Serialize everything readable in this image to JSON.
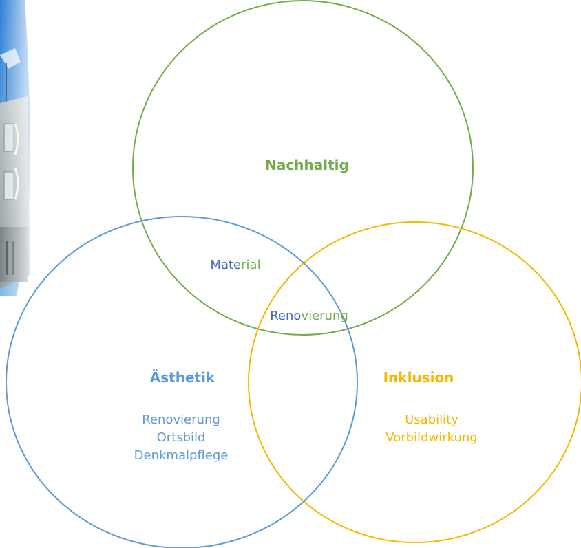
{
  "diagram": {
    "type": "venn",
    "sets": [
      {
        "key": "nachhaltig",
        "title": "Nachhaltig",
        "color": "#72ac48",
        "items": []
      },
      {
        "key": "aesthetik",
        "title": "Ästhetik",
        "color": "#5b9bd5",
        "items": [
          "Renovierung",
          "Ortsbild",
          "Denkmalpflege"
        ]
      },
      {
        "key": "inklusion",
        "title": "Inklusion",
        "color": "#f5b800",
        "items": [
          "Usability",
          "Vorbildwirkung"
        ]
      }
    ],
    "intersections": [
      {
        "sets": [
          "nachhaltig",
          "aesthetik"
        ],
        "label_part1": "Mate",
        "label_part2": "rial"
      },
      {
        "sets": [
          "nachhaltig",
          "aesthetik",
          "inklusion"
        ],
        "label_part1": "Reno",
        "label_part2": "vierung"
      }
    ]
  }
}
